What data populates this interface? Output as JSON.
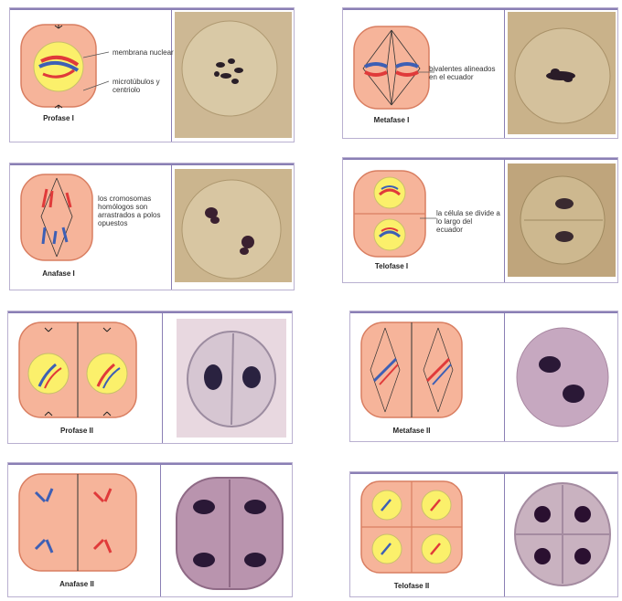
{
  "stages": {
    "profase_1": "Profase I",
    "metafase_1": "Metafase I",
    "anafase_1": "Anafase I",
    "telofase_1": "Telofase I",
    "profase_2": "Profase II",
    "metafase_2": "Metafase II",
    "anafase_2": "Anafase II",
    "telofase_2": "Telofase II"
  },
  "labels": {
    "membrana_nuclear": "membrana nuclear",
    "microtubulos": "microtúbulos y centriolo",
    "bivalentes": "bivalentes alineados en el ecuador",
    "cromosomas": "los cromosomas homólogos son arrastrados a polos opuestos",
    "celula_divide": "la célula se divide a lo largo del ecuador"
  },
  "colors": {
    "cell_fill": "#f6b49a",
    "cell_stroke": "#d97e61",
    "nucleus_fill": "#fbf06b",
    "chromosome_red": "#e03a3a",
    "chromosome_blue": "#3d5fb5",
    "frame": "#8a7fb5"
  }
}
